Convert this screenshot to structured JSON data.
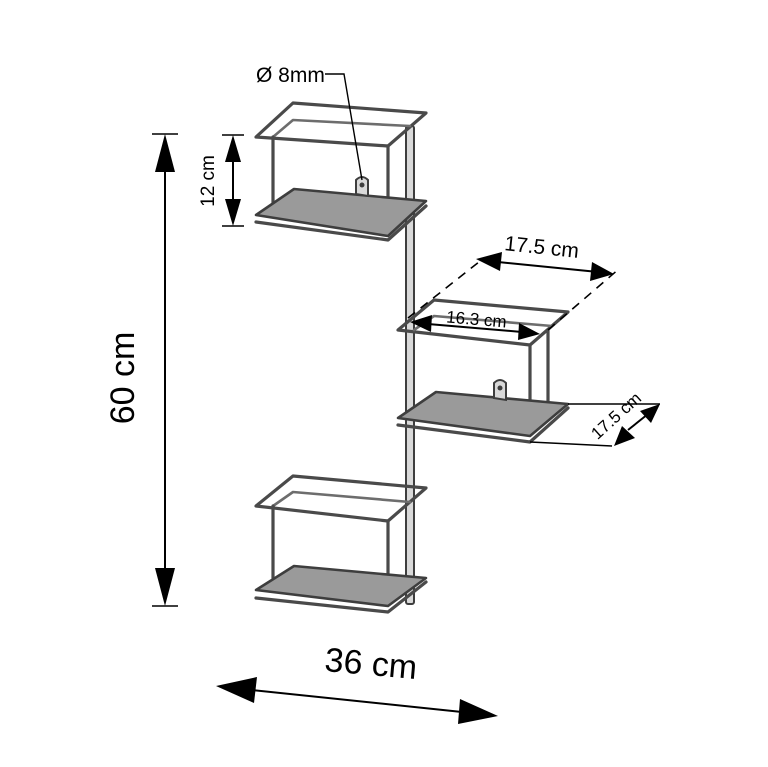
{
  "labels": {
    "rod_diameter": "Ø 8mm",
    "shelf_height": "12 cm",
    "total_height": "60 cm",
    "outer_width": "17.5 cm",
    "inner_width": "16.3 cm",
    "shelf_depth": "17.5 cm",
    "total_width": "36 cm"
  },
  "colors": {
    "frame": "#4a4a4a",
    "shelf_plate": "#9a9a9a",
    "dimension_lines": "#000000"
  }
}
